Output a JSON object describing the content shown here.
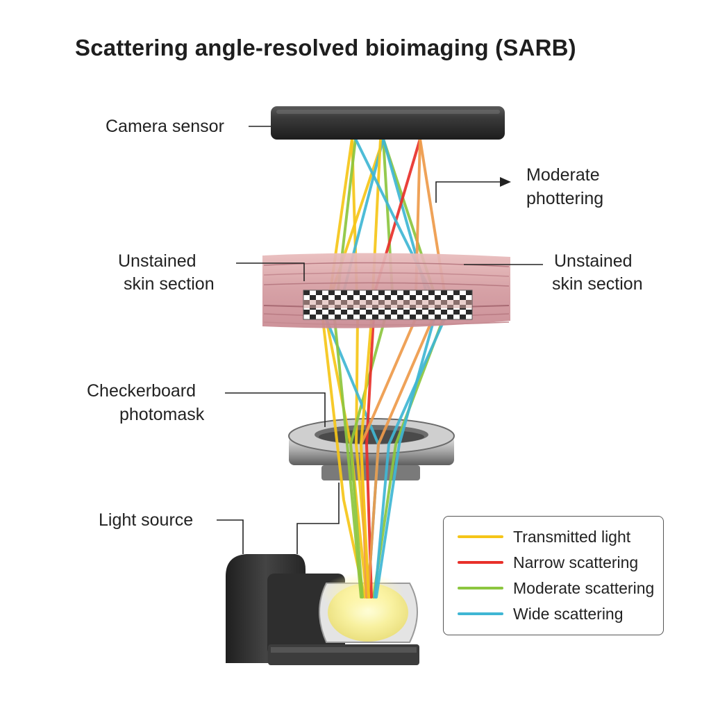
{
  "title": "Scattering angle-resolved bioimaging (SARB)",
  "labels": {
    "camera_sensor": "Camera sensor",
    "moderate_line1": "Moderate",
    "moderate_line2": "phottering",
    "skin_left_line1": "Unstained",
    "skin_left_line2": "skin section",
    "skin_right_line1": "Unstained",
    "skin_right_line2": "skin section",
    "photomask_line1": "Checkerboard",
    "photomask_line2": "photomask",
    "light_source": "Light source"
  },
  "legend": [
    {
      "label": "Transmitted light",
      "color": "#f5c518"
    },
    {
      "label": "Narrow scattering",
      "color": "#e8302a"
    },
    {
      "label": "Moderate scattering",
      "color": "#8cc63f"
    },
    {
      "label": "Wide scattering",
      "color": "#3fb6d4"
    }
  ],
  "colors": {
    "transmitted": "#f5c518",
    "narrow": "#e8302a",
    "moderate": "#8cc63f",
    "wide": "#3fb6d4",
    "orange": "#ee9a4a",
    "sensor": "#2f2f2f",
    "tissue": "#d9a0a4"
  }
}
